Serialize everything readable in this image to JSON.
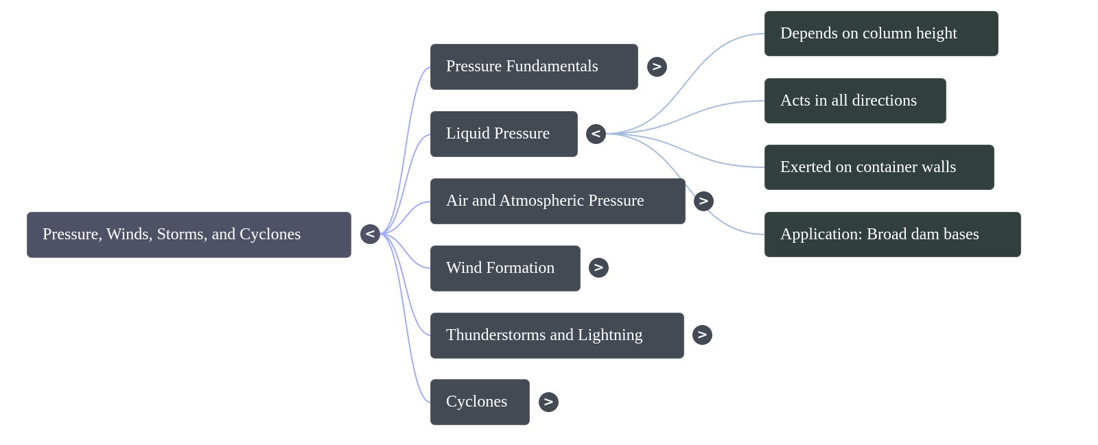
{
  "mindmap": {
    "colors": {
      "root_fill": "#4f5166",
      "level1_fill": "#434a54",
      "level2_fill": "#32403d",
      "root_link": "#a3acf3",
      "child_link": "#a6bedc",
      "text": "#ffffff"
    },
    "root": {
      "label": "Pressure, Winds, Storms, and Cyclones",
      "toggle": "<",
      "expanded": true
    },
    "children": [
      {
        "label": "Pressure Fundamentals",
        "toggle": ">",
        "expanded": false
      },
      {
        "label": "Liquid Pressure",
        "toggle": "<",
        "expanded": true,
        "children": [
          {
            "label": "Depends on column height"
          },
          {
            "label": "Acts in all directions"
          },
          {
            "label": "Exerted on container walls"
          },
          {
            "label": "Application: Broad dam bases"
          }
        ]
      },
      {
        "label": "Air and Atmospheric Pressure",
        "toggle": ">",
        "expanded": false
      },
      {
        "label": "Wind Formation",
        "toggle": ">",
        "expanded": false
      },
      {
        "label": "Thunderstorms and Lightning",
        "toggle": ">",
        "expanded": false
      },
      {
        "label": "Cyclones",
        "toggle": ">",
        "expanded": false
      }
    ]
  }
}
